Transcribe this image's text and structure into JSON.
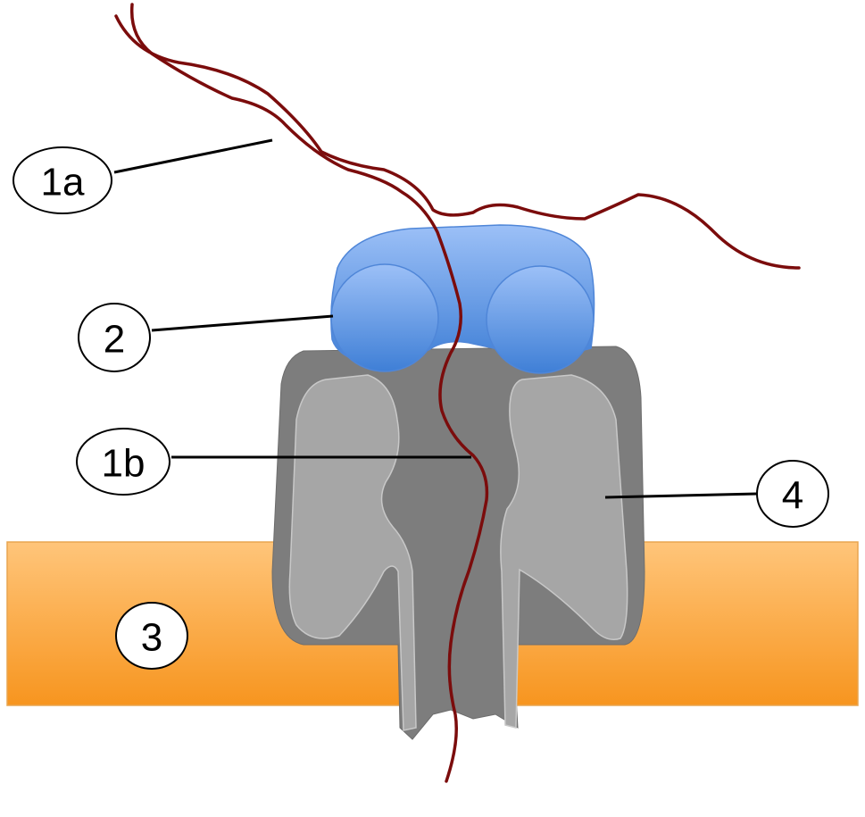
{
  "diagram": {
    "labels": {
      "label_1a": "1a",
      "label_2": "2",
      "label_1b": "1b",
      "label_3": "3",
      "label_4": "4"
    },
    "colors": {
      "membrane_top": "#ffc57a",
      "membrane_bottom": "#f7951f",
      "channel_outer": "#7d7d7d",
      "channel_inner": "#a6a6a6",
      "ribosome_top": "#8fb8f5",
      "ribosome_bottom": "#3f7fd6",
      "strand": "#7b0c0c"
    }
  }
}
